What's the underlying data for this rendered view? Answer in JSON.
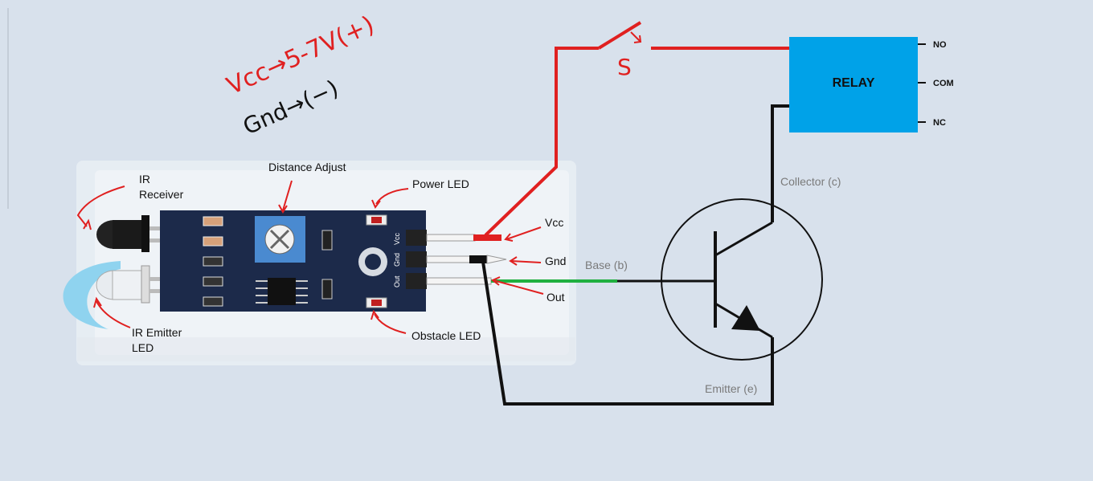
{
  "colors": {
    "background": "#d8e1ec",
    "relay_box": "#00a2e8",
    "wire_red": "#e02020",
    "wire_black": "#111111",
    "wire_green": "#20b040",
    "board": "#1c2a4a"
  },
  "relay": {
    "title": "RELAY",
    "pin_no": "NO",
    "pin_com": "COM",
    "pin_nc": "NC"
  },
  "switch": {
    "label": "S"
  },
  "handwritten": {
    "vcc": "Vcc→5-7V(+)",
    "gnd": "Gnd→(−)"
  },
  "sensor": {
    "ir_receiver": "IR\nReceiver",
    "ir_receiver_line1": "IR",
    "ir_receiver_line2": "Receiver",
    "ir_emitter_line1": "IR Emitter",
    "ir_emitter_line2": "LED",
    "distance_adjust": "Distance Adjust",
    "power_led": "Power LED",
    "obstacle_led": "Obstacle LED",
    "pin_vcc": "Vcc",
    "pin_gnd": "Gnd",
    "pin_out": "Out",
    "silk_vcc": "Vcc",
    "silk_gnd": "Gnd",
    "silk_out": "Out"
  },
  "transistor": {
    "collector": "Collector (c)",
    "base": "Base (b)",
    "emitter": "Emitter (e)"
  }
}
